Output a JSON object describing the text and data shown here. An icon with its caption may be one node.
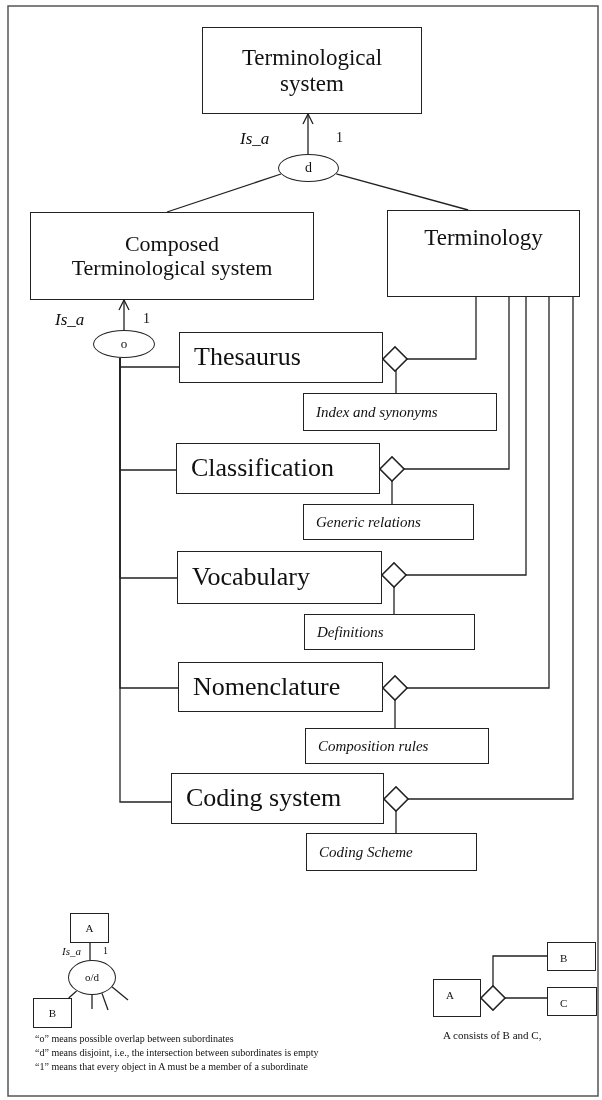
{
  "diagram": {
    "nodes": [
      {
        "text": [
          "Terminological system"
        ]
      },
      {
        "text": [
          "d"
        ]
      },
      {
        "text": [
          "Composed Terminological system"
        ]
      },
      {
        "text": [
          "Terminology"
        ]
      },
      {
        "text": [
          "o"
        ]
      },
      {
        "text": [
          "Thesaurus"
        ]
      },
      {
        "text": [
          "Index and synonyms"
        ]
      },
      {
        "text": [
          "Classification"
        ]
      },
      {
        "text": [
          "Generic relations"
        ]
      },
      {
        "text": [
          "Vocabulary"
        ]
      },
      {
        "text": [
          "Definitions"
        ]
      },
      {
        "text": [
          "Nomenclature"
        ]
      },
      {
        "text": [
          "Composition rules"
        ]
      },
      {
        "text": [
          "Coding system"
        ]
      },
      {
        "text": [
          "Coding Scheme"
        ]
      },
      {
        "text": [
          "A"
        ]
      },
      {
        "text": [
          "o/d"
        ]
      },
      {
        "text": [
          "B"
        ]
      },
      {
        "text": [
          "A"
        ]
      },
      {
        "text": [
          "B"
        ]
      },
      {
        "text": [
          "C"
        ]
      }
    ],
    "edges": [
      {
        "from": 1,
        "to": 0,
        "arrow": "to"
      },
      {
        "from": 2,
        "to": 1,
        "arrow": "none"
      },
      {
        "from": 3,
        "to": 1,
        "arrow": "none"
      },
      {
        "from": 4,
        "to": 2,
        "arrow": "to"
      },
      {
        "from": 5,
        "to": 4,
        "arrow": "none"
      },
      {
        "from": 7,
        "to": 4,
        "arrow": "none"
      },
      {
        "from": 9,
        "to": 4,
        "arrow": "none"
      },
      {
        "from": 11,
        "to": 4,
        "arrow": "none"
      },
      {
        "from": 13,
        "to": 4,
        "arrow": "none"
      },
      {
        "from": 3,
        "to": 5,
        "arrow": "other"
      },
      {
        "from": 6,
        "to": 5,
        "arrow": "other"
      },
      {
        "from": 3,
        "to": 7,
        "arrow": "other"
      },
      {
        "from": 8,
        "to": 7,
        "arrow": "other"
      },
      {
        "from": 3,
        "to": 9,
        "arrow": "other"
      },
      {
        "from": 10,
        "to": 9,
        "arrow": "other"
      },
      {
        "from": 3,
        "to": 11,
        "arrow": "other"
      },
      {
        "from": 12,
        "to": 11,
        "arrow": "other"
      },
      {
        "from": 3,
        "to": 13,
        "arrow": "other"
      },
      {
        "from": 14,
        "to": 13,
        "arrow": "other"
      },
      {
        "from": 16,
        "to": 15,
        "arrow": "none"
      },
      {
        "from": 16,
        "to": 17,
        "arrow": "none"
      },
      {
        "from": 16,
        "to": null,
        "arrow": "none"
      },
      {
        "from": 16,
        "to": null,
        "arrow": "none"
      },
      {
        "from": 16,
        "to": null,
        "arrow": "none"
      },
      {
        "from": 19,
        "to": 18,
        "arrow": "other"
      },
      {
        "from": 20,
        "to": 18,
        "arrow": "other"
      }
    ],
    "labels": [
      "Is_a",
      "1",
      "Is_a",
      "1",
      "Is_a",
      "1",
      "“o” means possible overlap between subordinates",
      "“d” means disjoint, i.e., the intersection between subordinates is empty",
      "“1” means that every object in A must be a member of a subordinate",
      "A consists of B and C,"
    ]
  }
}
